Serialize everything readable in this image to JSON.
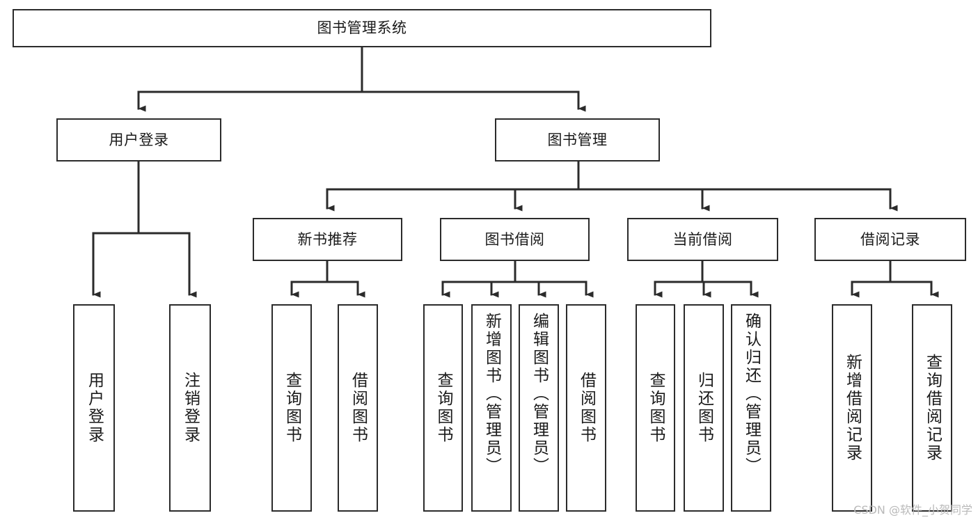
{
  "diagram": {
    "type": "tree-hierarchy",
    "title": "图书管理系统",
    "orientation": "top-down",
    "colors": {
      "box_border": "#2b2b2b",
      "box_fill": "#ffffff",
      "connector": "#2b2b2b",
      "text": "#1a1a1a",
      "watermark": "#b9b9b9"
    },
    "root": {
      "label": "图书管理系统"
    },
    "level2": [
      {
        "label": "用户登录"
      },
      {
        "label": "图书管理"
      }
    ],
    "level3": [
      {
        "label": "新书推荐"
      },
      {
        "label": "图书借阅"
      },
      {
        "label": "当前借阅"
      },
      {
        "label": "借阅记录"
      }
    ],
    "leaves": {
      "user_login": [
        {
          "label": "用户登录"
        },
        {
          "label": "注销登录"
        }
      ],
      "new_book_recommend": [
        {
          "label": "查询图书"
        },
        {
          "label": "借阅图书"
        }
      ],
      "book_borrow": [
        {
          "label": "查询图书"
        },
        {
          "label": "新增图书（管理员）"
        },
        {
          "label": "编辑图书（管理员）"
        },
        {
          "label": "借阅图书"
        }
      ],
      "current_borrow": [
        {
          "label": "查询图书"
        },
        {
          "label": "归还图书"
        },
        {
          "label": "确认归还（管理员）"
        }
      ],
      "borrow_record": [
        {
          "label": "新增借阅记录"
        },
        {
          "label": "查询借阅记录"
        }
      ]
    }
  },
  "watermark": {
    "text": "CSDN @软件_小贺同学"
  }
}
